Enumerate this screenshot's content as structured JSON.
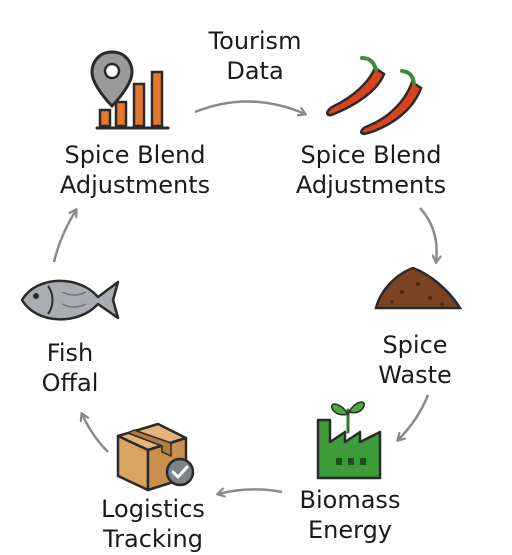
{
  "nodes": {
    "tourism_data": [
      "Tourism",
      "Data"
    ],
    "spice_blend_left": [
      "Spice Blend",
      "Adjustments"
    ],
    "spice_blend_right": [
      "Spice Blend",
      "Adjustments"
    ],
    "spice_waste": [
      "Spice",
      "Waste"
    ],
    "biomass_energy": [
      "Biomass",
      "Energy"
    ],
    "logistics_tracking": [
      "Logistics",
      "Tracking"
    ],
    "fish_offal": [
      "Fish",
      "Offal"
    ]
  },
  "icons": {
    "location_chart": "location-chart-icon",
    "chili": "chili-peppers-icon",
    "waste": "spice-waste-pile-icon",
    "factory": "green-factory-icon",
    "box": "package-check-icon",
    "fish": "fish-icon"
  },
  "colors": {
    "arrow": "#8a8a8a",
    "bar_orange": "#e8772e",
    "chili_red": "#d7421f",
    "waste_brown": "#7a4420",
    "factory_green": "#3e9b3a",
    "box_tan": "#d9a45f",
    "fish_gray": "#a9adb1"
  }
}
